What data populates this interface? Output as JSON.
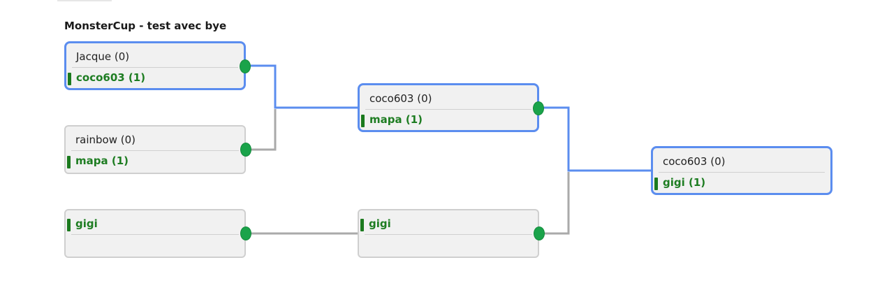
{
  "tournament": {
    "title": "MonsterCup - test avec bye"
  },
  "colors": {
    "active_border": "#5b8def",
    "winner_text": "#1e7d22",
    "connector_gray": "#aaaaaa",
    "connector_blue": "#5b8def",
    "knob_green": "#1aa34a"
  },
  "rounds": [
    {
      "matches": [
        {
          "p1": "Jacque (0)",
          "p2": "coco603 (1)",
          "winner": "p2"
        },
        {
          "p1": "rainbow (0)",
          "p2": "mapa (1)",
          "winner": "p2"
        },
        {
          "p1": "gigi",
          "p2": "",
          "winner": "p1"
        }
      ]
    },
    {
      "matches": [
        {
          "p1": "coco603 (0)",
          "p2": "mapa (1)",
          "winner": "p2"
        },
        {
          "p1": "gigi",
          "p2": "",
          "winner": "p1"
        }
      ]
    },
    {
      "matches": [
        {
          "p1": "coco603 (0)",
          "p2": "gigi (1)",
          "winner": "p2"
        }
      ]
    }
  ]
}
